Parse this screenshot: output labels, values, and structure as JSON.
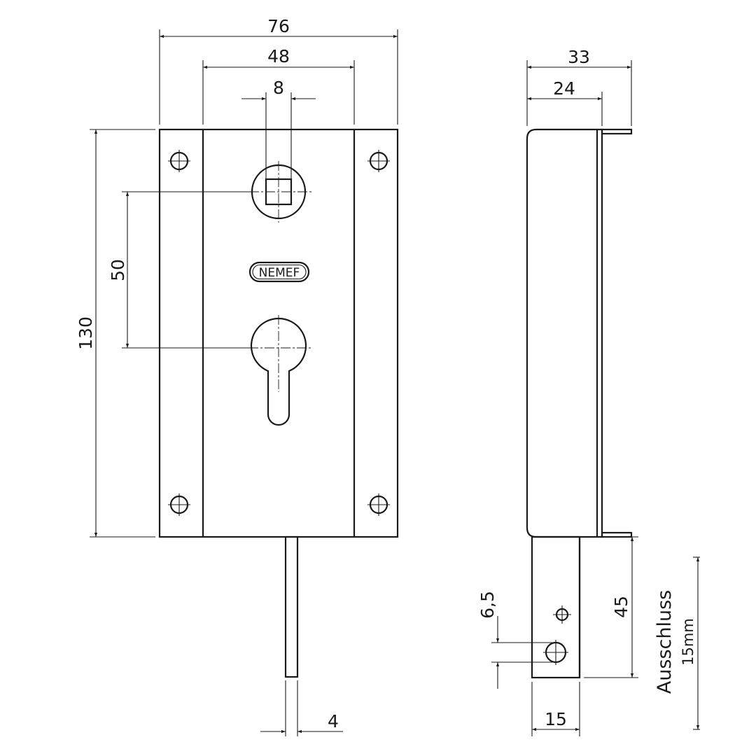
{
  "brand": "NEMEF",
  "dimensions": {
    "width_overall": "76",
    "width_inner": "48",
    "spindle_width": "8",
    "height_overall": "130",
    "center_distance": "50",
    "depth_overall": "33",
    "depth_body": "24",
    "bolt_width": "4",
    "bolt_hole": "6,5",
    "bolt_length": "45",
    "bolt_face": "15"
  },
  "throw_note": {
    "label": "Ausschluss",
    "value": "15mm"
  },
  "colors": {
    "line": "#1a1a1a",
    "background": "#ffffff"
  }
}
